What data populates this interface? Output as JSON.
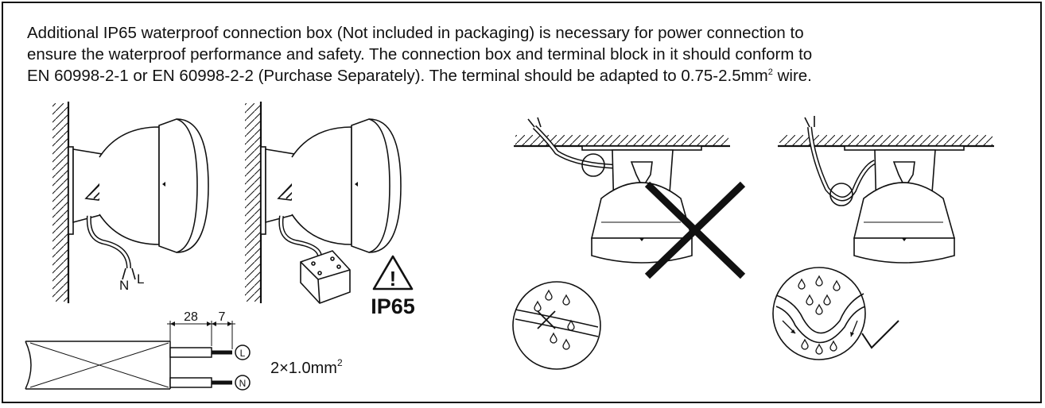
{
  "notice": {
    "line1": "Additional IP65 waterproof connection box (Not included in packaging) is necessary for power connection to",
    "line2": "ensure the waterproof performance and safety. The connection box and terminal block in it should conform to",
    "line3_before_sup": "EN 60998-2-1 or EN 60998-2-2 (Purchase Separately). The terminal should be adapted to 0.75-2.5mm",
    "line3_sup": "2",
    "line3_after_sup": " wire."
  },
  "wall_mount": {
    "neutral_label": "N",
    "live_label": "L"
  },
  "warning": {
    "icon_glyph": "!",
    "rating": "IP65"
  },
  "cable_strip": {
    "outer_length": "28",
    "inner_length": "7",
    "live_terminal": "L",
    "neutral_terminal": "N",
    "spec_main": "2×1.0mm",
    "spec_sup": "2"
  },
  "ceiling_mount": {
    "wrong_marker": "cross",
    "correct_marker": "check"
  },
  "icons": [
    "warning-triangle-icon",
    "cross-icon",
    "checkmark-icon",
    "water-drop-icon"
  ],
  "colors": {
    "line": "#111111",
    "fill": "#ffffff"
  }
}
